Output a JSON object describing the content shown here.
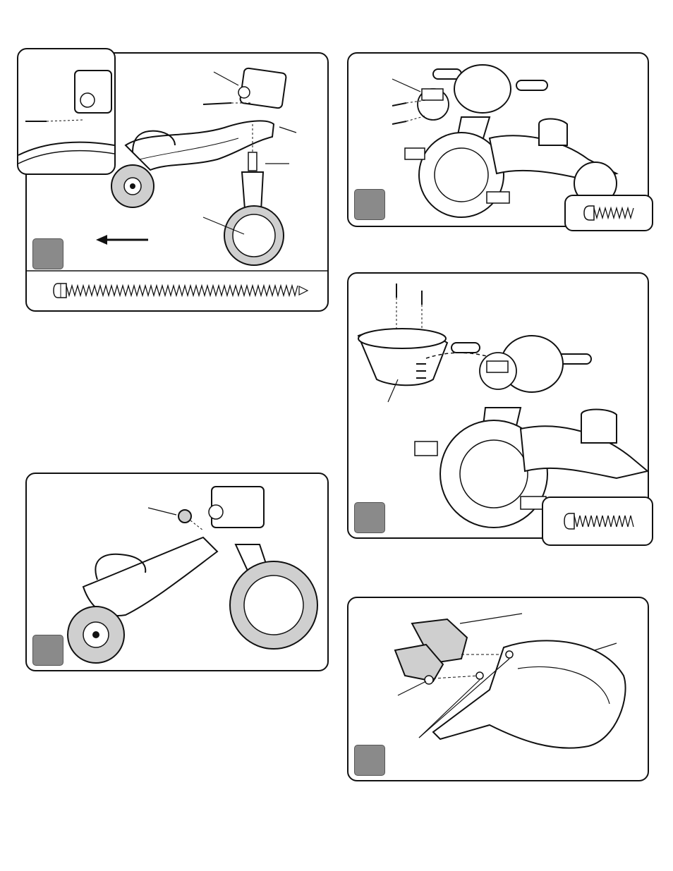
{
  "page": {
    "panels": [
      {
        "id": "step-1",
        "hardware": "long-screw-icon"
      },
      {
        "id": "step-2",
        "hardware": "short-screw-icon"
      },
      {
        "id": "step-3",
        "hardware": "medium-screw-icon"
      },
      {
        "id": "step-4",
        "hardware": null
      },
      {
        "id": "step-5",
        "hardware": null
      }
    ],
    "colors": {
      "line": "#111111",
      "badge": "#8a8a8a",
      "wheel_fill": "#cfcfcf"
    }
  }
}
